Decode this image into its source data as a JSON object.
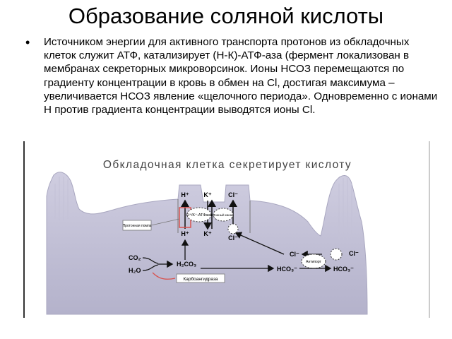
{
  "slide": {
    "title": "Образование соляной кислоты",
    "bullet": "Источником энергии для активного транспорта протонов из обкладочных клеток служит АТФ, катализирует (Н-К)-АТФ-аза (фермент локализован в мембранах секреторных микроворсинок. Ионы НСОЗ перемещаются по градиенту концентрации в кровь в обмен на Cl, достигая максимума – увеличивается НСОЗ явление «щелочного периода». Одновременно с ионами Н против градиента концентрации выводятся ионы Cl."
  },
  "figure": {
    "heading": "Обкладочная клетка секретирует кислоту",
    "labels": {
      "h_top": "H⁺",
      "k_top": "K⁺",
      "cl_top": "Cl⁻",
      "h_bottom": "H⁺",
      "k_bottom": "K⁺",
      "cl_bottom": "Cl⁻",
      "atpase": "H⁺/K⁺-АТФаза",
      "channel": "Ионный канал",
      "pump": "Протонная помпа",
      "co2": "CO₂",
      "h2o": "H₂O",
      "h2co3": "H₂CO₃",
      "enzyme": "Карбоангидраза",
      "cl_in": "Cl⁻",
      "cl_out": "Cl⁻",
      "antiporter": "Антипорт",
      "hco3_in": "HCO₃⁻",
      "hco3_out": "HCO₃⁻"
    }
  }
}
